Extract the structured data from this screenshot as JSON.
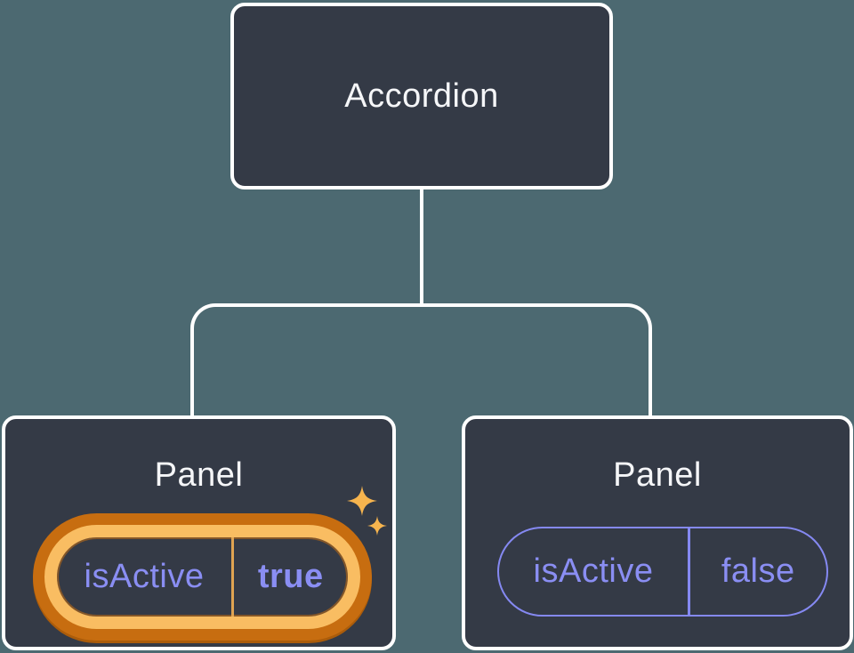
{
  "diagram": {
    "root": {
      "label": "Accordion"
    },
    "panels": [
      {
        "label": "Panel",
        "state": {
          "name": "isActive",
          "value": "true"
        },
        "highlighted": true,
        "icon": "sparkles-icon"
      },
      {
        "label": "Panel",
        "state": {
          "name": "isActive",
          "value": "false"
        },
        "highlighted": false
      }
    ],
    "colors": {
      "background": "#4c6971",
      "node_fill": "#343a46",
      "node_border": "#ffffff",
      "node_text": "#f5f6f8",
      "state_purple": "#8a8ef3",
      "highlight_orange_light": "#f9bd62",
      "highlight_orange_dark": "#c76d10",
      "divider_orange": "#dfa352",
      "sparkle": "#f6b44e",
      "connector": "#ffffff"
    }
  }
}
